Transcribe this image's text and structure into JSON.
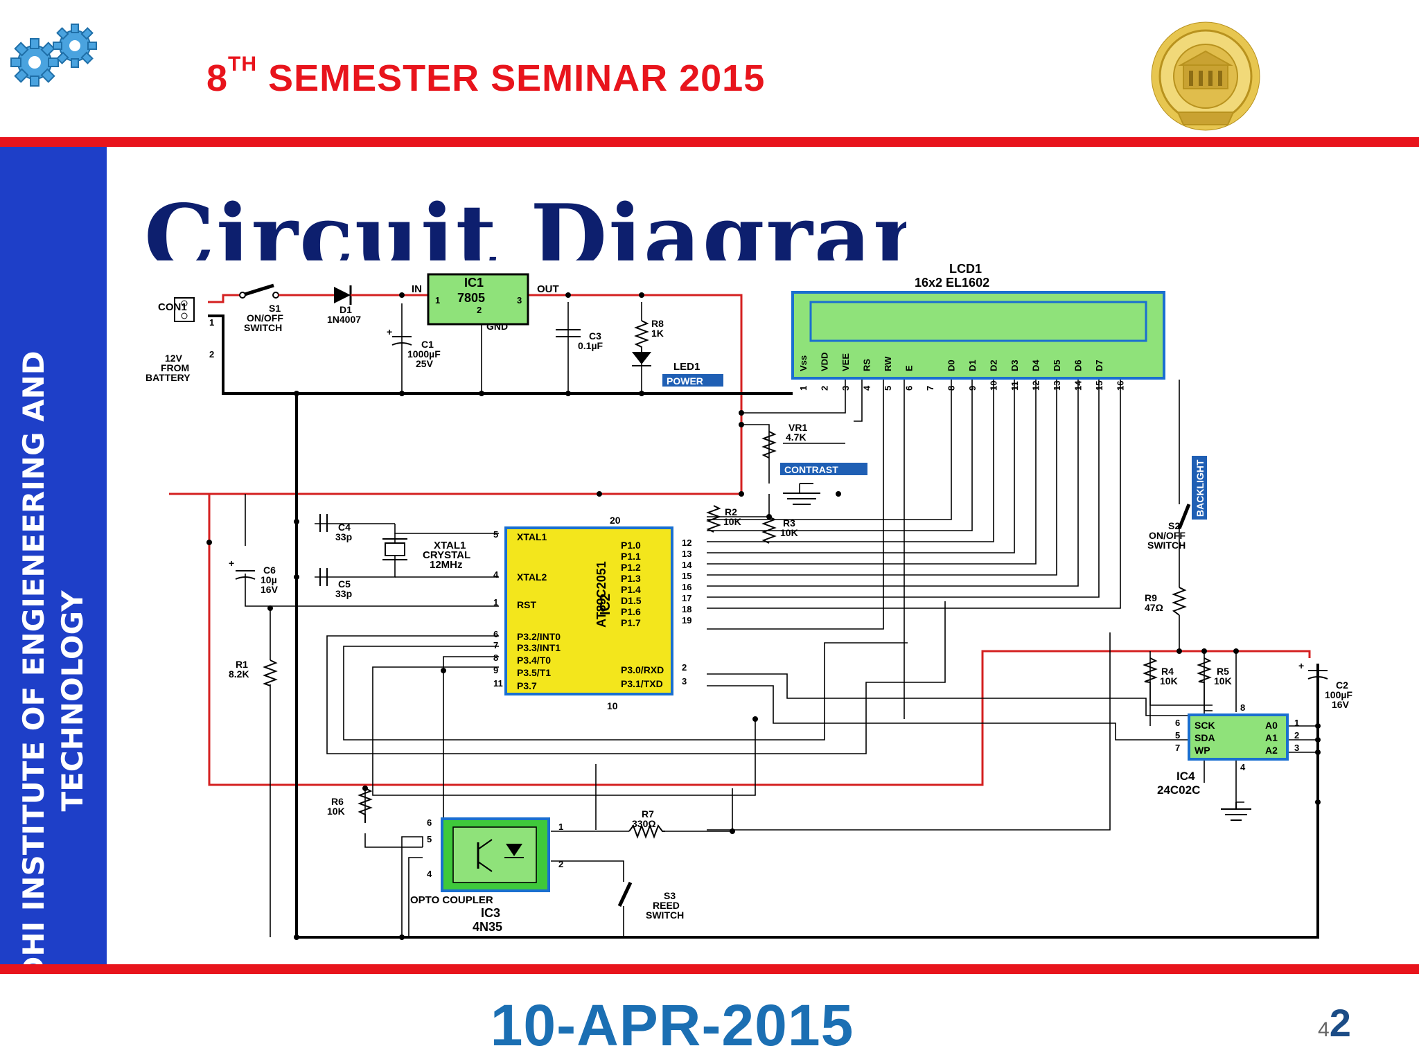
{
  "header": {
    "title_prefix": "8",
    "title_sup": "TH",
    "title_rest": " SEMESTER SEMINAR 2015"
  },
  "sidebar": {
    "line1": "GANDHI INSTITUTE OF ENGIENEERING AND",
    "line2": "TECHNOLOGY"
  },
  "slide": {
    "title": "Circuit Diagram"
  },
  "footer": {
    "date": "10-APR-2015",
    "page_small": "4",
    "page_big": "2"
  },
  "colors": {
    "header_red": "#e8141c",
    "sidebar_blue": "#1e3fc8",
    "title_navy": "#0d1f6e",
    "date_blue": "#1b6fb3",
    "ic_green": "#8fe27a"
  },
  "diagram": {
    "con1": "CON1",
    "con1_pin1": "1",
    "con1_pin2": "2",
    "battery": [
      "12V",
      "FROM",
      "BATTERY"
    ],
    "s1": [
      "S1",
      "ON/OFF",
      "SWITCH"
    ],
    "d1": [
      "D1",
      "1N4007"
    ],
    "c1": [
      "C1",
      "1000µF",
      "25V"
    ],
    "ic1_in": "IN",
    "ic1_out": "OUT",
    "ic1_name": "IC1",
    "ic1_part": "7805",
    "ic1_gnd": "GND",
    "ic1_pin1": "1",
    "ic1_pin2": "2",
    "ic1_pin3": "3",
    "c3": [
      "C3",
      "0.1µF"
    ],
    "r8": [
      "R8",
      "1K"
    ],
    "led1": "LED1",
    "power": "POWER",
    "lcd_name": "LCD1",
    "lcd_part": "16x2 EL1602",
    "lcd_pin_labels": [
      "Vss",
      "VDD",
      "VEE",
      "RS",
      "RW",
      "E",
      "",
      "D0",
      "D1",
      "D2",
      "D3",
      "D4",
      "D5",
      "D6",
      "D7",
      ""
    ],
    "lcd_pin_numbers": [
      "1",
      "2",
      "3",
      "4",
      "5",
      "6",
      "7",
      "8",
      "9",
      "10",
      "11",
      "12",
      "13",
      "14",
      "15",
      "16"
    ],
    "vr1": [
      "VR1",
      "4.7K"
    ],
    "contrast": "CONTRAST",
    "backlight": "BACKLIGHT",
    "s2": [
      "S2",
      "ON/OFF",
      "SWITCH"
    ],
    "r9": [
      "R9",
      "47Ω"
    ],
    "r2": [
      "R2",
      "10K"
    ],
    "r3": [
      "R3",
      "10K"
    ],
    "c4": [
      "C4",
      "33p"
    ],
    "c5": [
      "C5",
      "33p"
    ],
    "xtal": [
      "XTAL1",
      "CRYSTAL",
      "12MHz"
    ],
    "c6": [
      "C6",
      "10µ",
      "16V"
    ],
    "r1": [
      "R1",
      "8.2K"
    ],
    "ic2_name": "IC2",
    "ic2_part": "AT89C2051",
    "ic2_left_pins": [
      {
        "num": "5",
        "label": "XTAL1"
      },
      {
        "num": "4",
        "label": "XTAL2"
      },
      {
        "num": "1",
        "label": "RST"
      },
      {
        "num": "6",
        "label": "P3.2/INT0"
      },
      {
        "num": "7",
        "label": "P3.3/INT1"
      },
      {
        "num": "8",
        "label": "P3.4/T0"
      },
      {
        "num": "9",
        "label": "P3.5/T1"
      },
      {
        "num": "11",
        "label": "P3.7"
      }
    ],
    "ic2_right_pins": [
      {
        "num": "12",
        "label": "P1.0"
      },
      {
        "num": "13",
        "label": "P1.1"
      },
      {
        "num": "14",
        "label": "P1.2"
      },
      {
        "num": "15",
        "label": "P1.3"
      },
      {
        "num": "16",
        "label": "P1.4"
      },
      {
        "num": "17",
        "label": "D1.5"
      },
      {
        "num": "18",
        "label": "P1.6"
      },
      {
        "num": "19",
        "label": "P1.7"
      },
      {
        "num": "2",
        "label": "P3.0/RXD"
      },
      {
        "num": "3",
        "label": "P3.1/TXD"
      }
    ],
    "ic2_pin20": "20",
    "ic2_pin10": "10",
    "r4": [
      "R4",
      "10K"
    ],
    "r5": [
      "R5",
      "10K"
    ],
    "c2": [
      "C2",
      "100µF",
      "16V"
    ],
    "ic4_name": "IC4",
    "ic4_part": "24C02C",
    "ic4_left": [
      {
        "num": "6",
        "label": "SCK"
      },
      {
        "num": "5",
        "label": "SDA"
      },
      {
        "num": "7",
        "label": "WP"
      }
    ],
    "ic4_right": [
      {
        "num": "1",
        "label": "A0"
      },
      {
        "num": "2",
        "label": "A1"
      },
      {
        "num": "3",
        "label": "A2"
      }
    ],
    "ic4_pin8": "8",
    "ic4_pin4": "4",
    "r6": [
      "R6",
      "10K"
    ],
    "r7": [
      "R7",
      "330Ω"
    ],
    "ic3_name": "IC3",
    "ic3_part": "4N35",
    "opto": "OPTO COUPLER",
    "ic3_pins": [
      "6",
      "5",
      "4",
      "1",
      "2"
    ],
    "s3": [
      "S3",
      "REED",
      "SWITCH"
    ]
  }
}
